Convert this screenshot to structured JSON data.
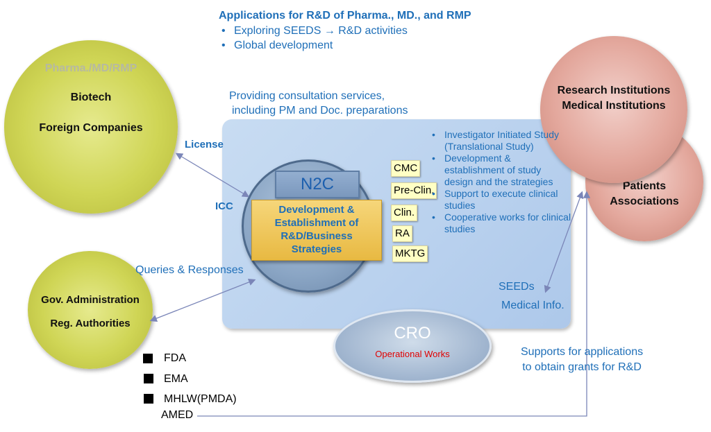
{
  "header": {
    "title": "Applications for R&D of Pharma., MD., and RMP",
    "bullets": [
      "Exploring SEEDS → R&D activities",
      "Global development"
    ]
  },
  "consultation": {
    "line1": "Providing consultation services,",
    "line2": "including PM and Doc. preparations"
  },
  "pharma_circle": {
    "faded": "Pharma./MD/RMP",
    "line1": "Biotech",
    "line2": "Foreign Companies"
  },
  "gov_circle": {
    "line1": "Gov. Administration",
    "line2": "Reg. Authorities"
  },
  "research_circle": {
    "line1": "Research Institutions",
    "line2": "Medical Institutions"
  },
  "patients_circle": {
    "line1": "Patients",
    "line2": "Associations"
  },
  "labels": {
    "license": "License",
    "icc": "ICC",
    "queries": "Queries & Responses",
    "seeds": "SEEDs",
    "medical_info": "Medical Info.",
    "grants_line1": "Supports for applications",
    "grants_line2": "to obtain grants for R&D"
  },
  "n2c": {
    "title": "N2C",
    "box_line1": "Development &",
    "box_line2": "Establishment of",
    "box_line3": "R&D/Business",
    "box_line4": "Strategies"
  },
  "tags": [
    "CMC",
    "Pre-Clin.",
    "Clin.",
    "RA",
    "MKTG"
  ],
  "services": [
    "Investigator Initiated Study (Translational Study)",
    "Development & establishment of study design and the strategies",
    "Support to execute clinical studies",
    "Cooperative works for clinical studies"
  ],
  "cro": {
    "title": "CRO",
    "subtitle": "Operational Works"
  },
  "agencies": [
    "FDA",
    "EMA",
    "MHLW(PMDA)",
    "AMED"
  ],
  "colors": {
    "accent_blue": "#1f6fb8",
    "cro_red": "#e00000"
  }
}
